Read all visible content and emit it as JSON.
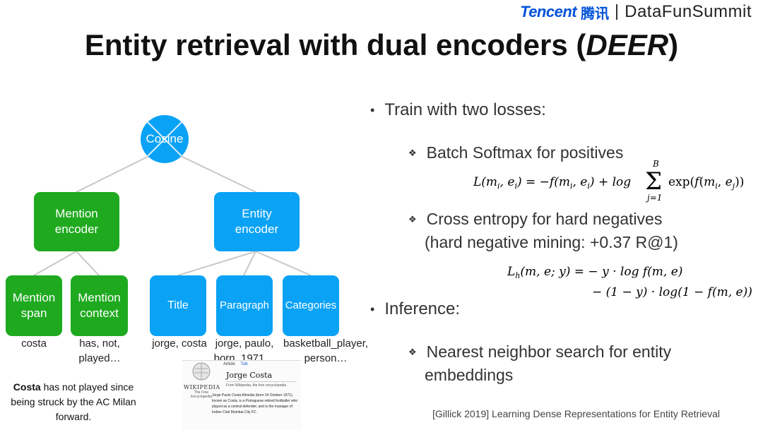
{
  "header": {
    "logo_tencent": "Tencent",
    "logo_tencent_cn": "腾讯",
    "logo_datafun": "DataFunSummit"
  },
  "title": {
    "main": "Entity retrieval with dual encoders (",
    "italic": "DEER",
    "end": ")"
  },
  "diagram": {
    "cosine": "Cosine",
    "mention_encoder": "Mention encoder",
    "entity_encoder": "Entity encoder",
    "mention_span": "Mention span",
    "mention_context": "Mention context",
    "title": "Title",
    "paragraph": "Paragraph",
    "categories": "Categories",
    "leaf_costa": "costa",
    "leaf_context": "has, not, played…",
    "leaf_title": "jorge, costa",
    "leaf_paragraph": "jorge, paulo, born, 1971…",
    "leaf_categories": "basketball_player, person…",
    "example_bold": "Costa",
    "example_rest": " has not played since being struck by the AC Milan forward."
  },
  "wiki": {
    "brand": "WIKIPEDIA",
    "tagline": "The Free Encyclopedia",
    "tab_article": "Article",
    "tab_talk": "Talk",
    "heading": "Jorge Costa",
    "from": "From Wikipedia, the free encyclopedia",
    "body": "Jorge Paulo Costa Almeida (born 14 October 1971), known as Costa, is a Portuguese retired footballer who played as a central defender, and is the manager of Indian Club Mumbai City FC."
  },
  "bullets": {
    "train": "Train with two losses:",
    "batch": "Batch Softmax for positives",
    "cross_line1": "Cross entropy for hard negatives",
    "cross_line2": "(hard negative mining: +0.37 R@1)",
    "inference": "Inference:",
    "nn_line1": "Nearest neighbor search for entity",
    "nn_line2": "embeddings"
  },
  "reference": "[Gillick 2019]  Learning Dense Representations for Entity Retrieval",
  "colors": {
    "green": "#1fa91f",
    "blue": "#0aa2f5",
    "tencent_blue": "#0052d9"
  }
}
